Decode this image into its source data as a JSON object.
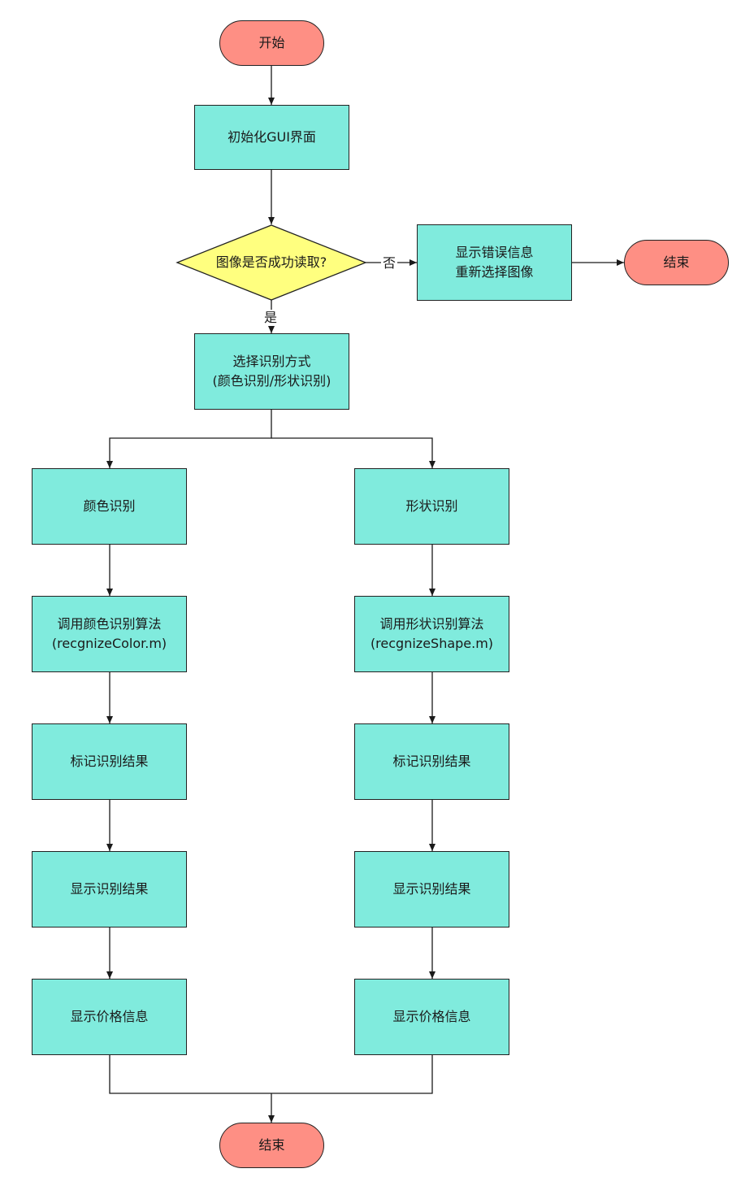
{
  "colors": {
    "terminal_fill": "#fe8f84",
    "process_fill": "#80ebdd",
    "decision_fill": "#ffff7f",
    "stroke": "#222222"
  },
  "nodes": {
    "start": "开始",
    "init_gui": "初始化GUI界面",
    "decision": "图像是否成功读取?",
    "error_line1": "显示错误信息",
    "error_line2": "重新选择图像",
    "end_error": "结束",
    "select_line1": "选择识别方式",
    "select_line2": "(颜色识别/形状识别)",
    "color_recognition": "颜色识别",
    "shape_recognition": "形状识别",
    "call_color_line1": "调用颜色识别算法",
    "call_color_line2": "(recgnizeColor.m)",
    "call_shape_line1": "调用形状识别算法",
    "call_shape_line2": "(recgnizeShape.m)",
    "mark_left": "标记识别结果",
    "mark_right": "标记识别结果",
    "show_left": "显示识别结果",
    "show_right": "显示识别结果",
    "price_left": "显示价格信息",
    "price_right": "显示价格信息",
    "end_final": "结束"
  },
  "edge_labels": {
    "no": "否",
    "yes": "是"
  }
}
